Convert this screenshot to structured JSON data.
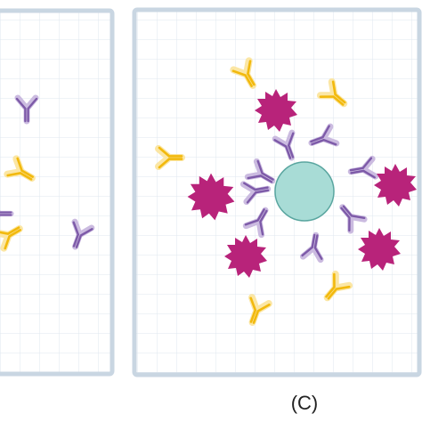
{
  "figure": {
    "panel_label": "(C)"
  },
  "colors": {
    "panel_border": "#c9d6e2",
    "grid": "#dfe7ef",
    "antibody_purple": "#7d5aa8",
    "antibody_purple_glow": "#cbbbe0",
    "antibody_yellow": "#f2b90d",
    "antibody_yellow_glow": "#fbe6a4",
    "pathogen_magenta": "#b8237a",
    "center_cell_fill": "#a8dcd6",
    "center_cell_stroke": "#5aa6a0"
  },
  "icons": {
    "antibody": "y-shaped-antibody",
    "antigen": "spiky-antigen",
    "cell": "round-cell"
  }
}
